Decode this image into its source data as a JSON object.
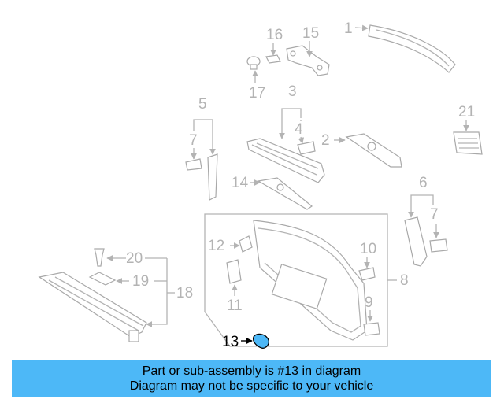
{
  "diagram": {
    "labels": {
      "p1": "1",
      "p2": "2",
      "p3": "3",
      "p4": "4",
      "p5": "5",
      "p6": "6",
      "p7a": "7",
      "p7b": "7",
      "p8": "8",
      "p9": "9",
      "p10": "10",
      "p11": "11",
      "p12": "12",
      "p13": "13",
      "p14": "14",
      "p15": "15",
      "p16": "16",
      "p17": "17",
      "p18": "18",
      "p19": "19",
      "p20": "20",
      "p21": "21"
    },
    "highlight_color": "#4db8f7",
    "label_color": "#b3b3b3"
  },
  "banner": {
    "line1": "Part or sub-assembly is #13 in diagram",
    "line2": "Diagram may not be specific to your vehicle",
    "background": "#4db8f7"
  }
}
